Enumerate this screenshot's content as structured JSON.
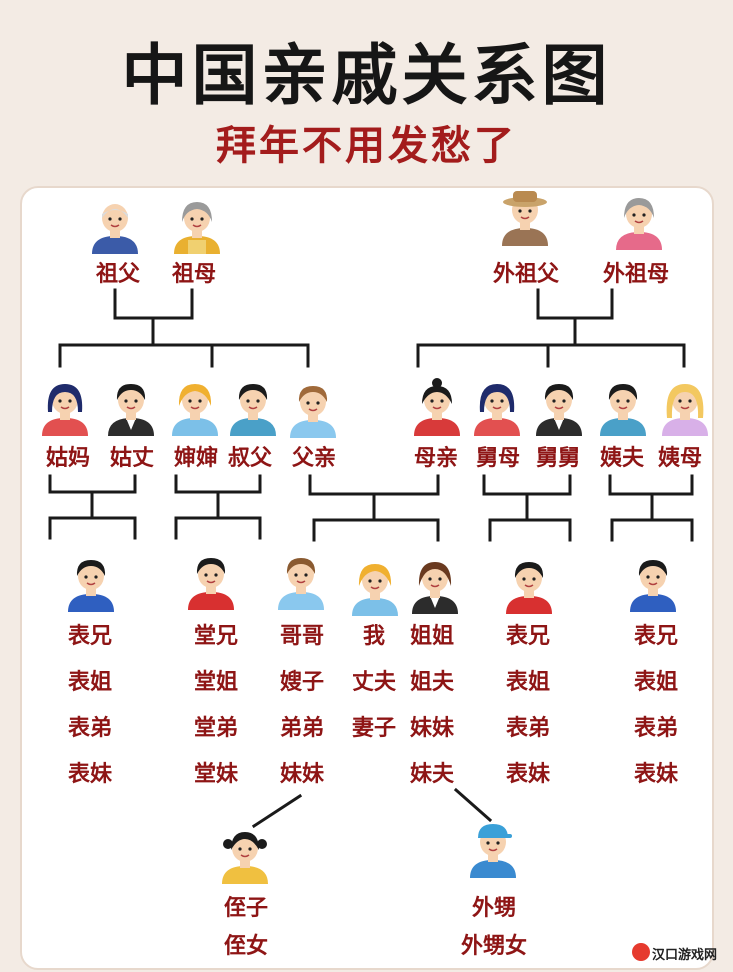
{
  "title": "中国亲戚关系图",
  "subtitle": "拜年不用发愁了",
  "watermark": "汉口游戏网",
  "colors": {
    "label": "#8e1515",
    "subtitle": "#a31c1c",
    "line": "#1a1a1a"
  },
  "avatars": [
    {
      "key": "grandpa",
      "hair": "#dcdcdc",
      "shirt": "#3b5ba8",
      "style": "old-m"
    },
    {
      "key": "grandma",
      "hair": "#9a9a9a",
      "shirt": "#e9b030",
      "style": "old-f"
    },
    {
      "key": "maternal-grandpa",
      "hair": "#b98a50",
      "shirt": "#9a7455",
      "style": "hat"
    },
    {
      "key": "maternal-grandma",
      "hair": "#9a9a9a",
      "shirt": "#e66a8a",
      "style": "old-f"
    },
    {
      "key": "aunt-paternal",
      "hair": "#1f2b6b",
      "shirt": "#e25050",
      "style": "f"
    },
    {
      "key": "aunt-paternal-husband",
      "hair": "#1b1b1b",
      "shirt": "#2c2c2c",
      "style": "m-suit"
    },
    {
      "key": "aunt-in-law",
      "hair": "#f0b030",
      "shirt": "#7cc0e8",
      "style": "f-short"
    },
    {
      "key": "uncle-father-younger",
      "hair": "#1b1b1b",
      "shirt": "#4aa0c8",
      "style": "m"
    },
    {
      "key": "father",
      "hair": "#a06a3a",
      "shirt": "#8ac8ee",
      "style": "m"
    },
    {
      "key": "mother",
      "hair": "#1b1b1b",
      "shirt": "#d83a3a",
      "style": "f-bun"
    },
    {
      "key": "uncle-maternal-wife",
      "hair": "#1f2b6b",
      "shirt": "#e25050",
      "style": "f"
    },
    {
      "key": "uncle-maternal",
      "hair": "#1b1b1b",
      "shirt": "#2c2c2c",
      "style": "m-suit"
    },
    {
      "key": "aunt-maternal-husband",
      "hair": "#1b1b1b",
      "shirt": "#4aa0c8",
      "style": "m"
    },
    {
      "key": "aunt-maternal",
      "hair": "#f3c860",
      "shirt": "#d8b0e8",
      "style": "f-long"
    },
    {
      "key": "cousin-1",
      "hair": "#1b1b1b",
      "shirt": "#2f5fc0",
      "style": "m"
    },
    {
      "key": "cousin-2",
      "hair": "#1b1b1b",
      "shirt": "#d83030",
      "style": "m"
    },
    {
      "key": "brother",
      "hair": "#8a5a30",
      "shirt": "#8ac8ee",
      "style": "m"
    },
    {
      "key": "me",
      "hair": "#f0b030",
      "shirt": "#7cc0e8",
      "style": "f-short"
    },
    {
      "key": "sister",
      "hair": "#6a3a20",
      "shirt": "#2c2c2c",
      "style": "f-suit"
    },
    {
      "key": "cousin-3",
      "hair": "#1b1b1b",
      "shirt": "#d83030",
      "style": "m"
    },
    {
      "key": "cousin-4",
      "hair": "#1b1b1b",
      "shirt": "#2f5fc0",
      "style": "m"
    },
    {
      "key": "nephew-niece",
      "hair": "#1b1b1b",
      "shirt": "#f0c040",
      "style": "child-f"
    },
    {
      "key": "nephew-via-sister",
      "hair": "#3aa0d8",
      "shirt": "#3a8ad0",
      "style": "child-cap"
    }
  ],
  "labels": {
    "grandpa": "祖父",
    "grandma": "祖母",
    "maternal_grandpa": "外祖父",
    "maternal_grandma": "外祖母",
    "aunt_paternal": "姑妈",
    "aunt_paternal_husband": "姑丈",
    "aunt_in_law": "婶婶",
    "uncle_father_younger": "叔父",
    "father": "父亲",
    "mother": "母亲",
    "uncle_maternal_wife": "舅母",
    "uncle_maternal": "舅舅",
    "aunt_maternal_husband": "姨夫",
    "aunt_maternal": "姨母",
    "col1": [
      "表兄",
      "表姐",
      "表弟",
      "表妹"
    ],
    "col2": [
      "堂兄",
      "堂姐",
      "堂弟",
      "堂妹"
    ],
    "col3": [
      "哥哥",
      "嫂子",
      "弟弟",
      "妹妹"
    ],
    "col4": [
      "我",
      "丈夫",
      "妻子"
    ],
    "col5": [
      "姐姐",
      "姐夫",
      "妹妹",
      "妹夫"
    ],
    "col6": [
      "表兄",
      "表姐",
      "表弟",
      "表妹"
    ],
    "col7": [
      "表兄",
      "表姐",
      "表弟",
      "表妹"
    ],
    "brother_children": [
      "侄子",
      "侄女"
    ],
    "sister_children": [
      "外甥",
      "外甥女"
    ]
  }
}
